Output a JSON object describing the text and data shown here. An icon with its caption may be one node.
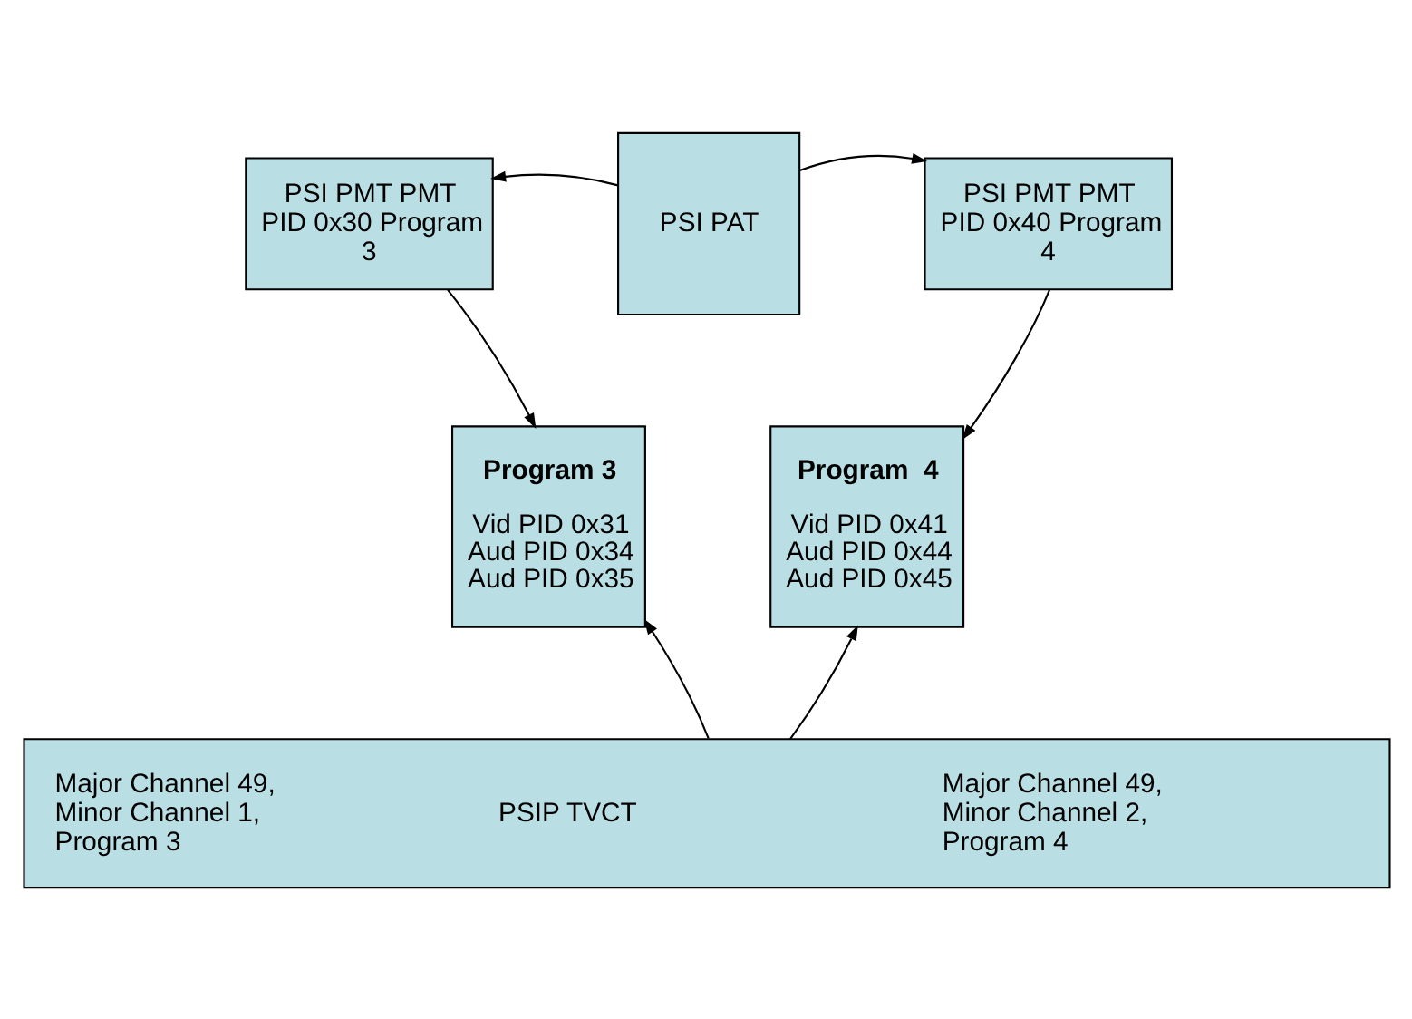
{
  "diagram": {
    "nodes": [
      {
        "text": [
          "PSI PAT"
        ]
      },
      {
        "text": [
          "PSI PMT PMT PID 0x30 Program 3"
        ]
      },
      {
        "text": [
          "PSI PMT PMT PID 0x40 Program 4"
        ]
      },
      {
        "text": [
          "Program 3",
          "Vid PID 0x31 Aud PID 0x34 Aud PID 0x35"
        ]
      },
      {
        "text": [
          "Program  4",
          "Vid PID 0x41 Aud PID 0x44 Aud PID 0x45"
        ]
      },
      {
        "text": [
          "Major Channel 49, Minor Channel 1, Program 3",
          "PSIP TVCT",
          "Major Channel 49, Minor Channel 2, Program 4"
        ]
      }
    ],
    "edges": [
      {
        "from": 0,
        "to": 1,
        "arrow": "to"
      },
      {
        "from": 0,
        "to": 2,
        "arrow": "to"
      },
      {
        "from": 1,
        "to": 3,
        "arrow": "to"
      },
      {
        "from": 2,
        "to": 4,
        "arrow": "to"
      },
      {
        "from": 5,
        "to": 3,
        "arrow": "to"
      },
      {
        "from": 5,
        "to": 4,
        "arrow": "to"
      }
    ]
  }
}
